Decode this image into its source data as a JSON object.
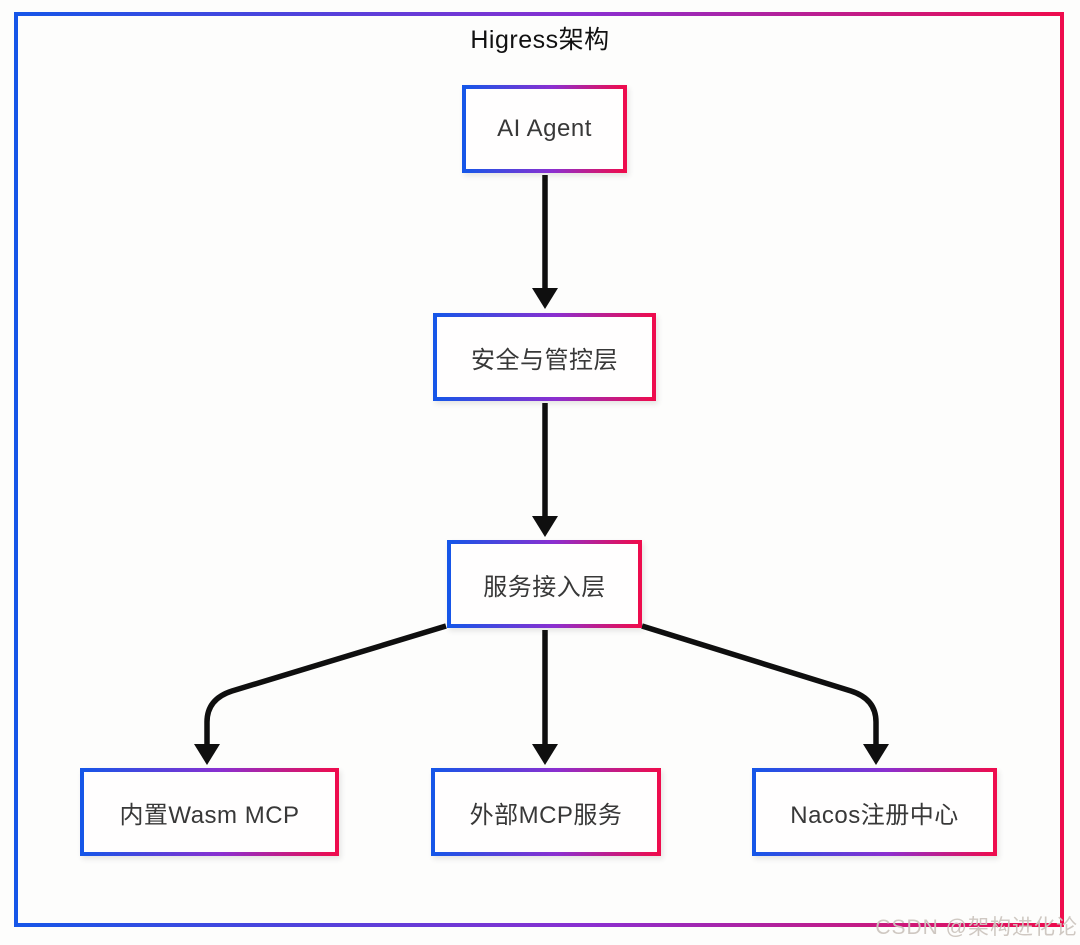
{
  "diagram": {
    "title": "Higress架构",
    "nodes": [
      {
        "id": "ai-agent",
        "label": "AI Agent"
      },
      {
        "id": "security-layer",
        "label": "安全与管控层"
      },
      {
        "id": "access-layer",
        "label": "服务接入层"
      },
      {
        "id": "builtin-wasm-mcp",
        "label": "内置Wasm MCP"
      },
      {
        "id": "external-mcp",
        "label": "外部MCP服务"
      },
      {
        "id": "nacos-registry",
        "label": "Nacos注册中心"
      }
    ],
    "edges": [
      {
        "from": "AI Agent",
        "to": "安全与管控层"
      },
      {
        "from": "安全与管控层",
        "to": "服务接入层"
      },
      {
        "from": "服务接入层",
        "to": "内置Wasm MCP"
      },
      {
        "from": "服务接入层",
        "to": "外部MCP服务"
      },
      {
        "from": "服务接入层",
        "to": "Nacos注册中心"
      }
    ],
    "watermark": "CSDN @架构进化论"
  },
  "colors": {
    "border_gradient_start": "#1656e8",
    "border_gradient_mid": "#8b2fd0",
    "border_gradient_end": "#ee0c4d",
    "arrow": "#0f0f0f",
    "node_text": "#383838",
    "title_text": "#111111",
    "watermark_text": "#cdc6bf"
  }
}
